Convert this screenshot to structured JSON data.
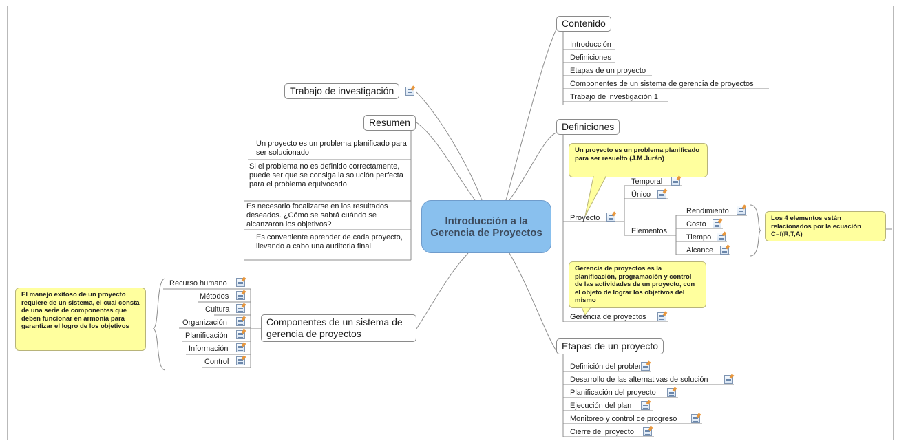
{
  "central": "Introducción a la Gerencia de Proyectos",
  "contenido": {
    "title": "Contenido",
    "items": [
      "Introducción",
      "Definiciones",
      "Etapas de un proyecto",
      "Componentes de un sistema de gerencia de proyectos",
      "Trabajo de investigación 1"
    ]
  },
  "definiciones": {
    "title": "Definiciones",
    "callout_proyecto": "Un proyecto es un problema planificado para ser resuelto (J.M Jurán)",
    "proyecto": "Proyecto",
    "temporal": "Temporal",
    "unico": "Único",
    "elementos": "Elementos",
    "elementos_items": [
      "Rendimiento",
      "Costo",
      "Tiempo",
      "Alcance"
    ],
    "callout_elementos": "Los 4 elementos están relacionados por la ecuación C=f(R,T,A)",
    "callout_gerencia": "Gerencia de proyectos es la planificación, programación y control de las actividades de un proyecto, con el objeto de lograr los objetivos del mismo",
    "gerencia": "Gerencia de proyectos"
  },
  "etapas": {
    "title": "Etapas de un proyecto",
    "items": [
      "Definición del problema",
      "Desarrollo de las alternativas de solución",
      "Planificación del proyecto",
      "Ejecución del plan",
      "Monitoreo y control de progreso",
      "Cierre del proyecto"
    ]
  },
  "trabajo": {
    "title": "Trabajo de investigación"
  },
  "resumen": {
    "title": "Resumen",
    "notes": [
      "Un proyecto es un problema planificado para ser solucionado",
      "Si el problema no es definido correctamente, puede ser que se consiga la solución perfecta para el problema equivocado",
      "Es necesario focalizarse en los resultados deseados. ¿Cómo se sabrá cuándo se alcanzaron los objetivos?",
      "Es conveniente aprender de cada proyecto, llevando a cabo una auditoria final"
    ]
  },
  "componentes": {
    "title": "Componentes de un sistema de gerencia de proyectos",
    "items": [
      "Recurso humano",
      "Métodos",
      "Cultura",
      "Organización",
      "Planificación",
      "Información",
      "Control"
    ],
    "callout": "El manejo exitoso de un proyecto requiere de un sistema, el cual consta de una serie de componentes que deben funcionar en armonía para garantizar el logro de los objetivos"
  },
  "colors": {
    "central_fill": "#89c0ee",
    "callout_fill": "#ffff9e",
    "line": "#8c8c8c"
  }
}
